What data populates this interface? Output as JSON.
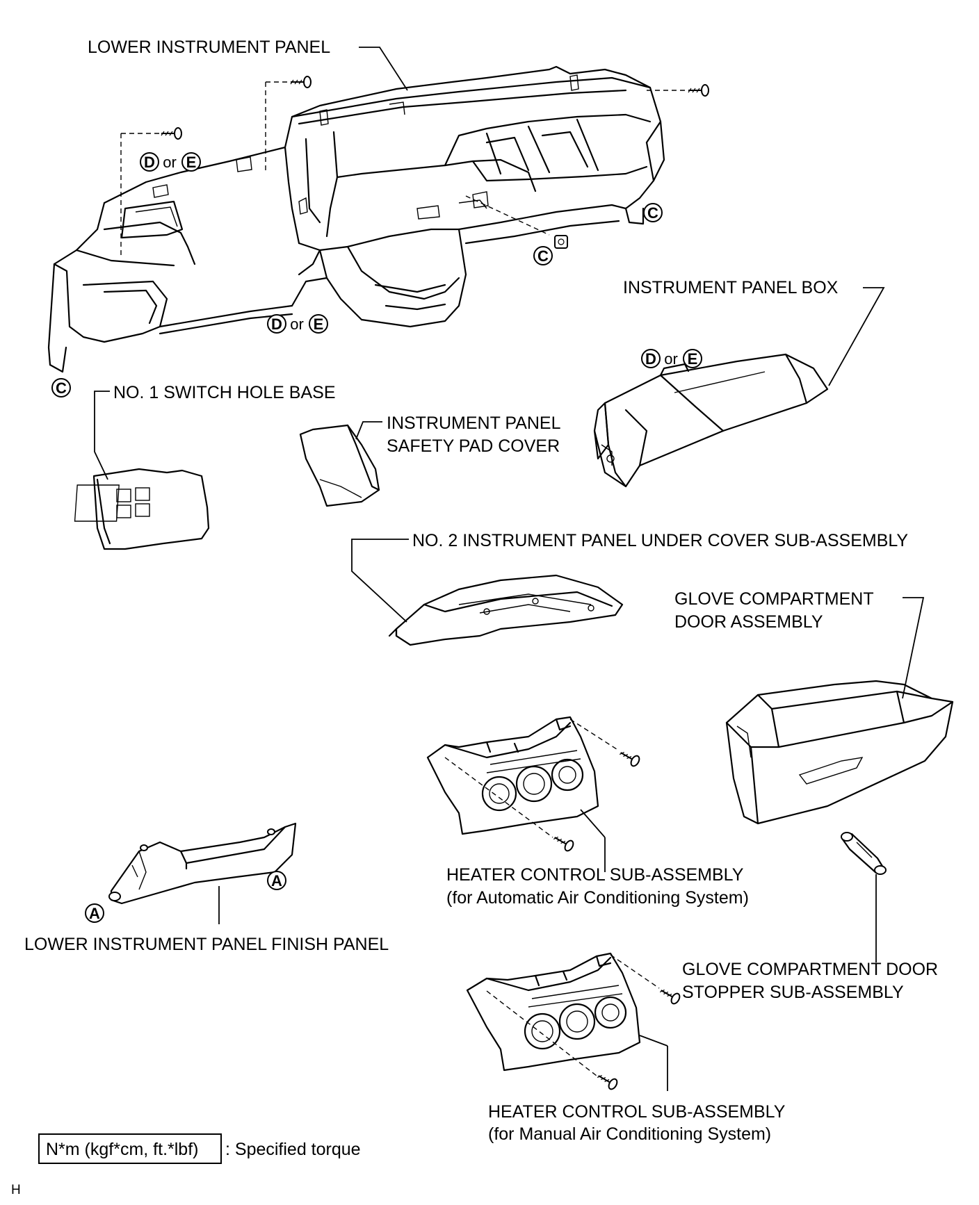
{
  "labels": {
    "lower_instrument_panel": "LOWER INSTRUMENT PANEL",
    "instrument_panel_box": "INSTRUMENT PANEL BOX",
    "no1_switch_hole_base": "NO. 1 SWITCH HOLE BASE",
    "safety_pad_cover_line1": "INSTRUMENT PANEL",
    "safety_pad_cover_line2": "SAFETY PAD COVER",
    "no2_under_cover": "NO. 2 INSTRUMENT PANEL UNDER COVER SUB-ASSEMBLY",
    "glove_door_line1": "GLOVE COMPARTMENT",
    "glove_door_line2": "DOOR ASSEMBLY",
    "heater_auto_line1": "HEATER CONTROL SUB-ASSEMBLY",
    "heater_auto_line2": "(for Automatic Air Conditioning System)",
    "finish_panel": "LOWER INSTRUMENT PANEL FINISH PANEL",
    "stopper_line1": "GLOVE COMPARTMENT DOOR",
    "stopper_line2": "STOPPER SUB-ASSEMBLY",
    "heater_manual_line1": "HEATER CONTROL SUB-ASSEMBLY",
    "heater_manual_line2": "(for Manual Air Conditioning System)"
  },
  "markers": {
    "a": "A",
    "c": "C",
    "d": "D",
    "e": "E",
    "or": "or"
  },
  "legend": {
    "torque_box": "N*m (kgf*cm, ft.*lbf)",
    "torque_desc": ": Specified torque"
  },
  "footer": {
    "code": "H"
  }
}
